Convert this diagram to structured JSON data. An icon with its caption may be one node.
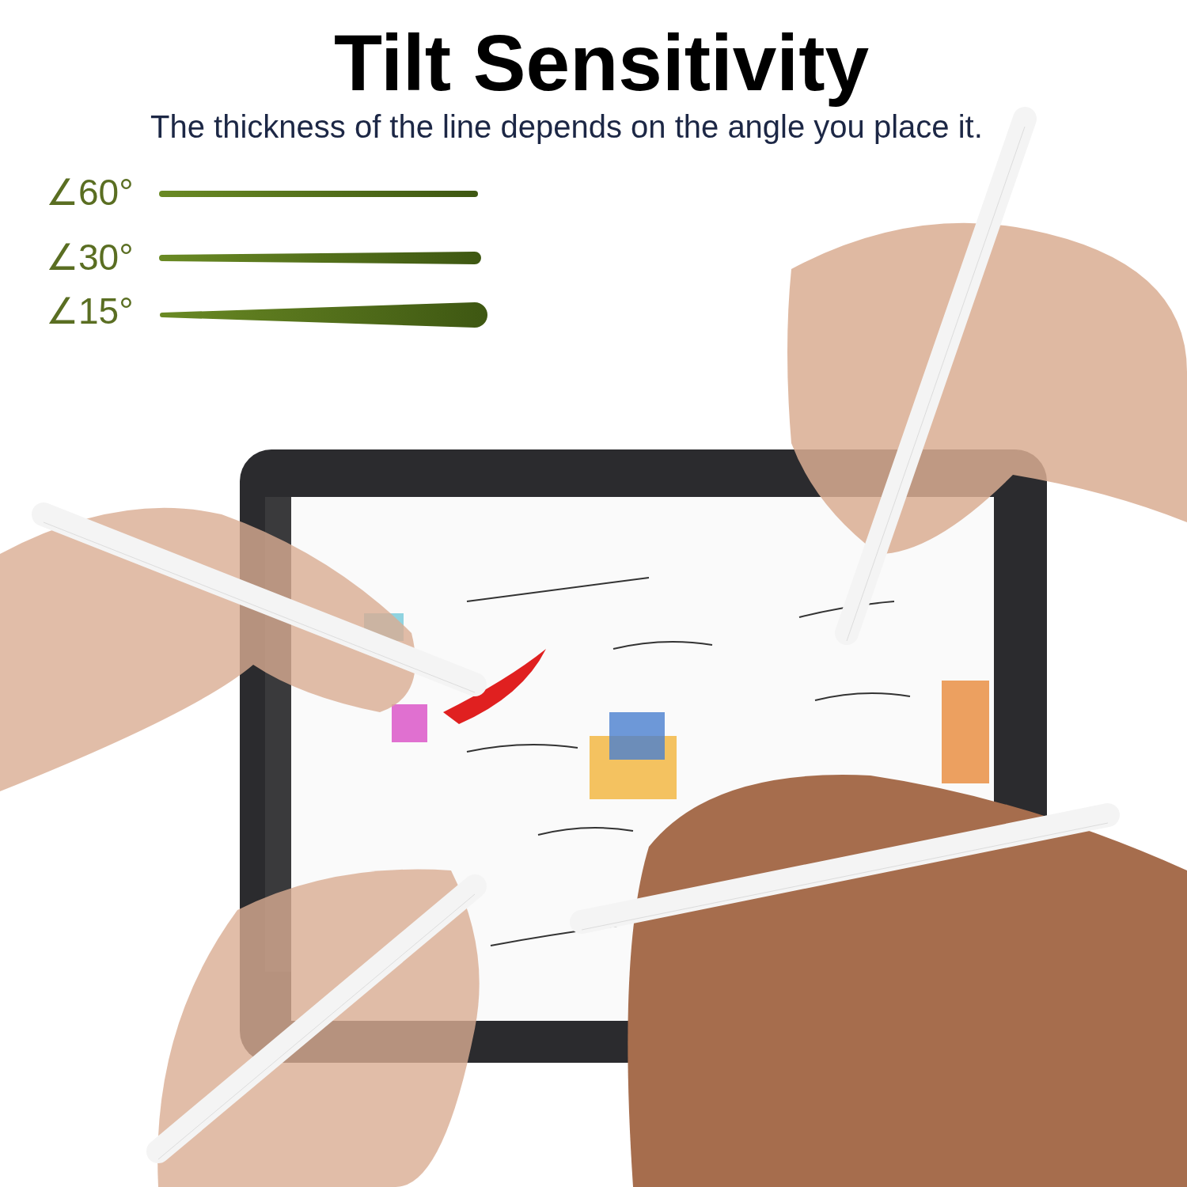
{
  "diagram": {
    "title": "Tilt Sensitivity",
    "labels": [
      "The thickness of the line depends on the angle you place it.",
      "∠60°",
      "∠30°",
      "∠15°"
    ]
  }
}
